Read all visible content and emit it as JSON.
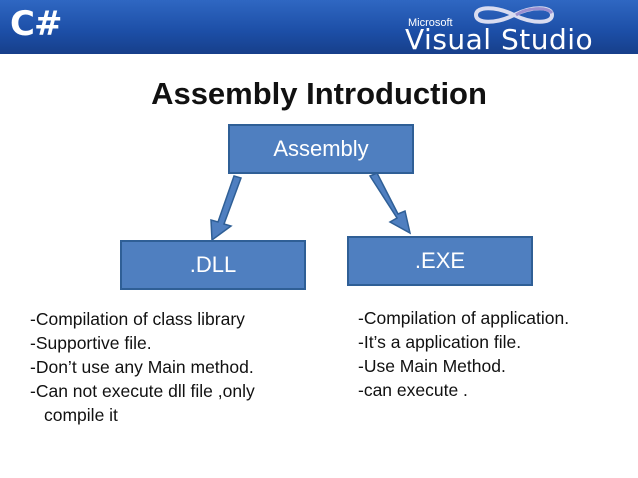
{
  "banner": {
    "logo_left": "C#",
    "vs_brand": "Microsoft",
    "vs_product": "Visual Studio"
  },
  "slide": {
    "title": "Assembly Introduction"
  },
  "diagram": {
    "root": "Assembly",
    "left_child": ".DLL",
    "right_child": ".EXE"
  },
  "dll_points": [
    "-Compilation of class library",
    "-Supportive file.",
    "-Don’t use any Main method.",
    "-Can not execute dll file ,only",
    "compile it"
  ],
  "exe_points": [
    "-Compilation of application.",
    "-It’s a application file.",
    "-Use Main Method.",
    "-can execute ."
  ],
  "colors": {
    "banner": "#1c4ea6",
    "box_fill": "#4f7fc0",
    "box_border": "#2f5f96"
  }
}
